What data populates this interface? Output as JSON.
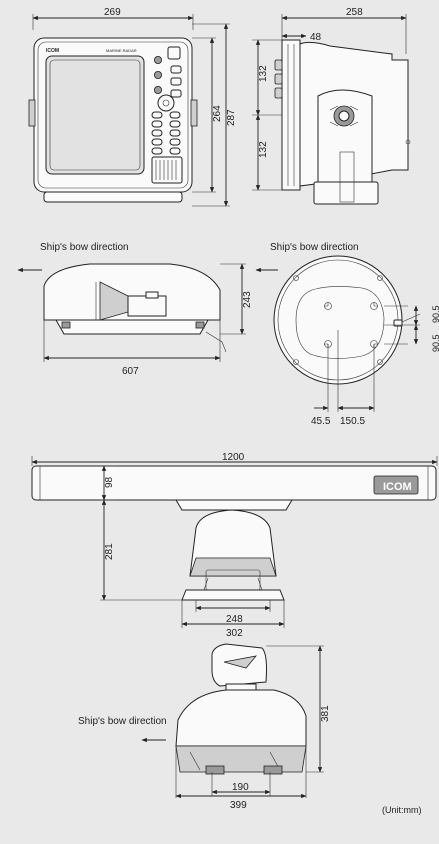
{
  "display": {
    "width": "269",
    "depth": "258",
    "bracket_offset": "48",
    "height": "264",
    "bracket_height": "287",
    "upper_half": "132",
    "lower_half": "132",
    "brand": "ICOM",
    "model": "MARINE RADAR"
  },
  "radome": {
    "bow_label_side": "Ship's bow direction",
    "bow_label_top": "Ship's bow direction",
    "diameter": "607",
    "height": "243",
    "hole_offset": "45.5",
    "hole_spacing": "150.5",
    "hole_pitch_a": "90.5",
    "hole_pitch_b": "90.5"
  },
  "open_array": {
    "length": "1200",
    "array_height": "98",
    "pedestal_height": "281",
    "base_inner": "248",
    "base_outer": "302",
    "brand": "ICOM"
  },
  "pedestal": {
    "bow_label": "Ship's bow direction",
    "height": "381",
    "base_inner": "190",
    "base_outer": "399"
  },
  "unit_note": "(Unit:mm)"
}
